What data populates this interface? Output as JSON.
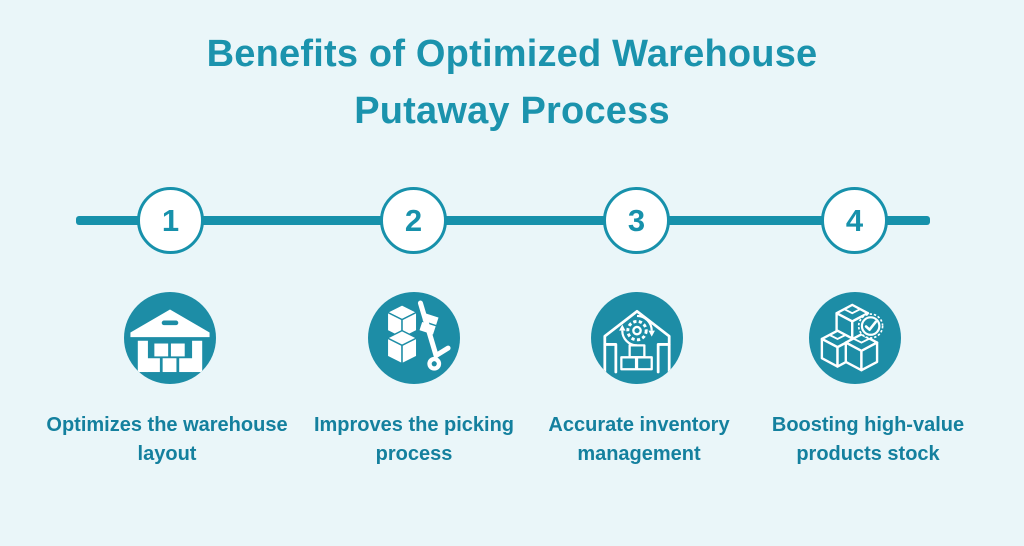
{
  "title": "Benefits of Optimized Warehouse Putaway Process",
  "colors": {
    "background": "#eaf6f9",
    "accent": "#1791ab",
    "icon_fill": "#1d8da6",
    "title": "#1b93ad",
    "label": "#14809e",
    "circle_fill": "#ffffff"
  },
  "timeline": {
    "steps": [
      {
        "number": "1",
        "label": "Optimizes the warehouse layout",
        "icon": "warehouse-boxes-icon"
      },
      {
        "number": "2",
        "label": "Improves the picking process",
        "icon": "hand-truck-boxes-icon"
      },
      {
        "number": "3",
        "label": "Accurate inventory management",
        "icon": "warehouse-gear-icon"
      },
      {
        "number": "4",
        "label": "Boosting high-value products stock",
        "icon": "stacked-boxes-check-icon"
      }
    ]
  }
}
